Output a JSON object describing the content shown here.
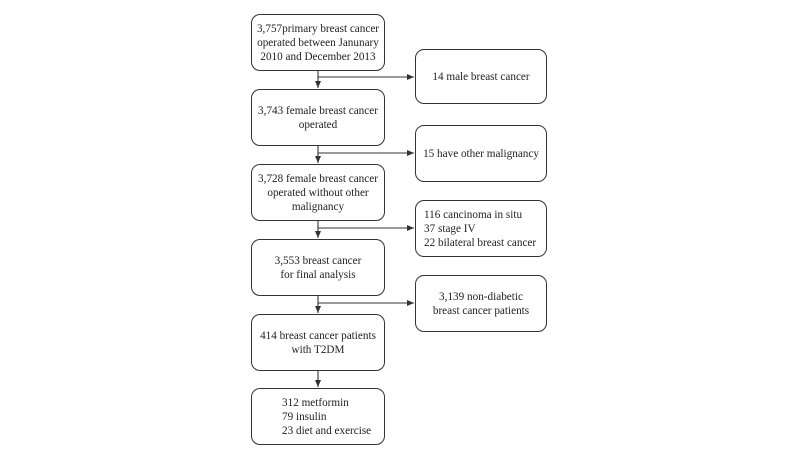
{
  "flow": {
    "main": [
      {
        "lines": [
          "3,757primary breast cancer",
          "operated between Janunary",
          "2010 and December 2013"
        ]
      },
      {
        "lines": [
          "3,743 female breast cancer",
          "operated"
        ]
      },
      {
        "lines": [
          "3,728 female breast cancer",
          "operated without other",
          "malignancy"
        ]
      },
      {
        "lines": [
          "3,553 breast cancer",
          "for final analysis"
        ]
      },
      {
        "lines": [
          "414 breast cancer patients",
          "with T2DM"
        ]
      },
      {
        "lines": [
          "312 metformin",
          "79 insulin",
          "23 diet and exercise"
        ]
      }
    ],
    "excluded": [
      {
        "lines": [
          "14 male breast cancer"
        ]
      },
      {
        "lines": [
          "15 have other malignancy"
        ]
      },
      {
        "lines": [
          "116 cancinoma in situ",
          "37 stage IV",
          "22 bilateral breast cancer"
        ]
      },
      {
        "lines": [
          "3,139 non-diabetic",
          "breast cancer patients"
        ]
      }
    ]
  },
  "colors": {
    "stroke": "#333333",
    "text": "#222222",
    "background": "#ffffff"
  }
}
